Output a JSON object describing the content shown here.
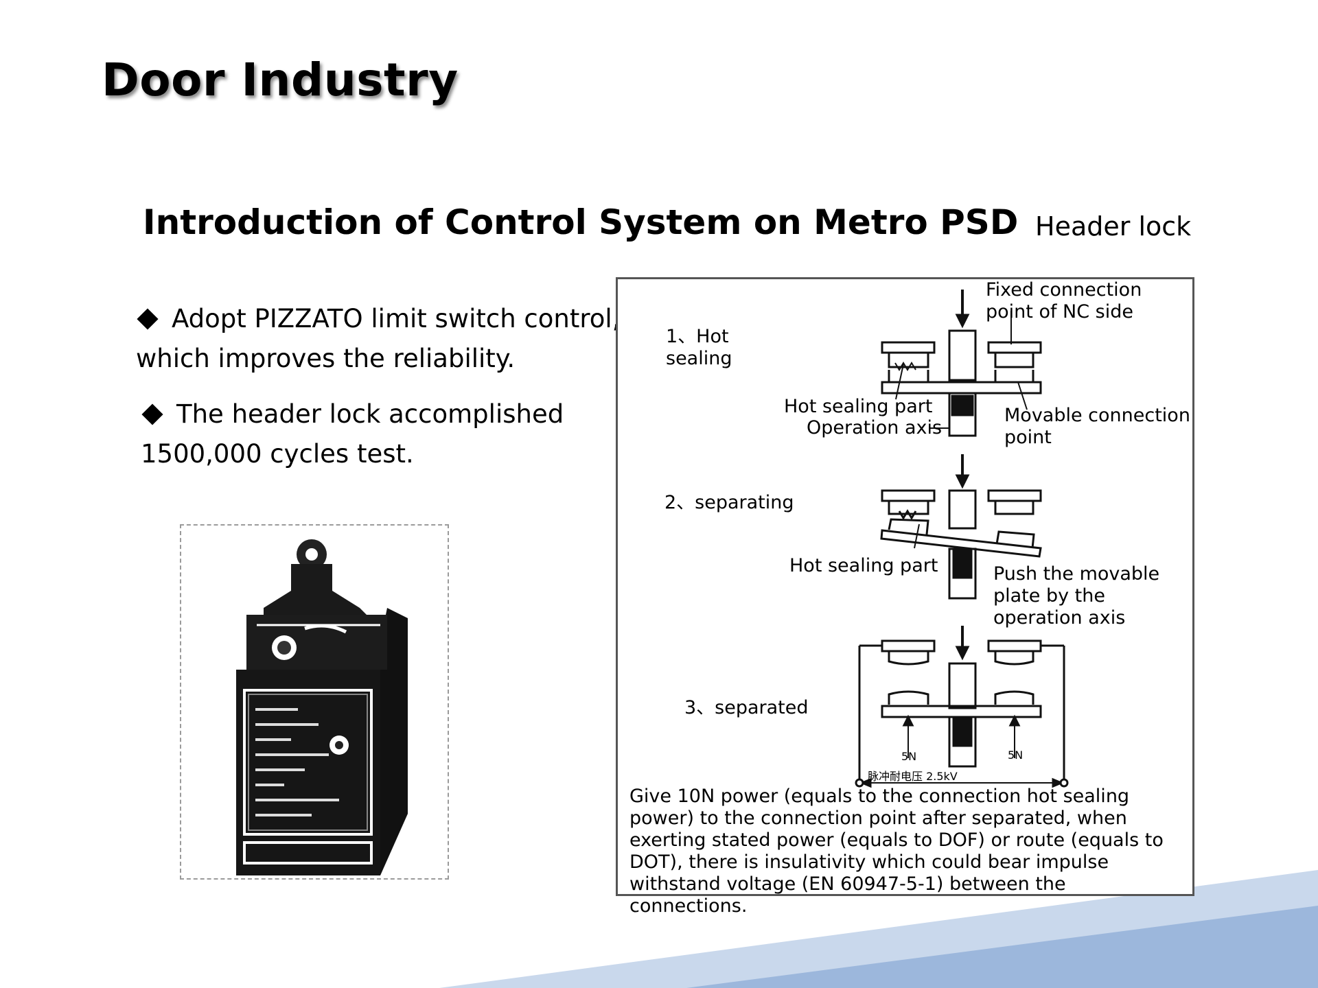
{
  "slide": {
    "title": "Door Industry",
    "subtitle": "Introduction of Control System on Metro PSD",
    "header_label": "Header lock"
  },
  "bullets": [
    {
      "line1": "Adopt PIZZATO limit switch control,",
      "line2": "which improves the reliability."
    },
    {
      "line1": "The header lock accomplished",
      "line2": "1500,000 cycles test."
    }
  ],
  "diagram": {
    "stage1": "1、Hot\nsealing",
    "stage2": "2、separating",
    "stage3": "3、separated",
    "fixed_point": "Fixed connection\npoint of NC side",
    "hot_sealing_part_1": "Hot sealing part",
    "operation_axis": "Operation axis",
    "movable_point": "Movable connection\npoint",
    "hot_sealing_part_2": "Hot sealing part",
    "push_plate": "Push the movable\nplate by the\noperation axis",
    "force_left": "5N",
    "force_right": "5N",
    "voltage": "脉冲耐电压 2.5kV",
    "note": "Give 10N power (equals to the connection hot sealing power) to the connection point after separated, when exerting stated power (equals to DOF) or route (equals to DOT), there is insulativity which could bear impulse withstand voltage (EN 60947-5-1) between the connections."
  },
  "colors": {
    "wedge_light": "#c9d8ec",
    "wedge_dark": "#9cb7dc"
  }
}
